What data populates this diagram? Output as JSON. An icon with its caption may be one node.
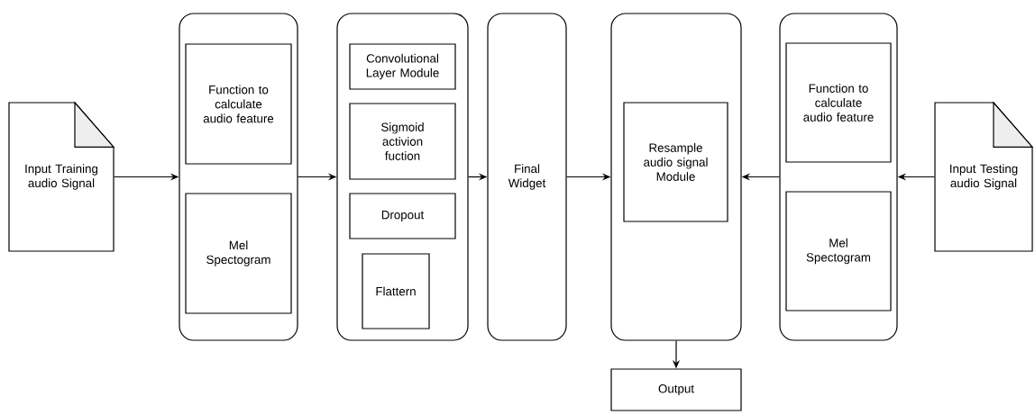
{
  "diagram": {
    "nodes": [
      {
        "text": [
          "Input Training audio Signal"
        ]
      },
      {
        "text": [],
        "shape": "box"
      },
      {
        "text": [
          "Function to calculate audio feature"
        ],
        "in": 1
      },
      {
        "text": [
          "Mel Spectogram"
        ],
        "in": 1
      },
      {
        "text": [],
        "shape": "box"
      },
      {
        "text": [
          "Convolutional Layer Module"
        ],
        "in": 4
      },
      {
        "text": [
          "Sigmoid activion fuction"
        ],
        "in": 4
      },
      {
        "text": [
          "Dropout"
        ],
        "in": 4
      },
      {
        "text": [
          "Flattern"
        ],
        "in": 4
      },
      {
        "text": [
          "Final Widget"
        ]
      },
      {
        "text": [],
        "shape": "box"
      },
      {
        "text": [
          "Resample audio signal Module"
        ],
        "in": 10
      },
      {
        "text": [],
        "shape": "box"
      },
      {
        "text": [
          "Function to calculate audio feature"
        ],
        "in": 12
      },
      {
        "text": [
          "Mel Spectogram"
        ],
        "in": 12
      },
      {
        "text": [
          "Input Testing audio Signal"
        ]
      },
      {
        "text": [
          "Output"
        ]
      }
    ],
    "edges": [
      {
        "from": 0,
        "to": 1,
        "arrow": "to"
      },
      {
        "from": 1,
        "to": 4,
        "arrow": "to"
      },
      {
        "from": 4,
        "to": 9,
        "arrow": "to"
      },
      {
        "from": 9,
        "to": 10,
        "arrow": "to"
      },
      {
        "from": 12,
        "to": 10,
        "arrow": "to"
      },
      {
        "from": 15,
        "to": 12,
        "arrow": "to"
      },
      {
        "from": 10,
        "to": 16,
        "arrow": "to"
      }
    ]
  }
}
